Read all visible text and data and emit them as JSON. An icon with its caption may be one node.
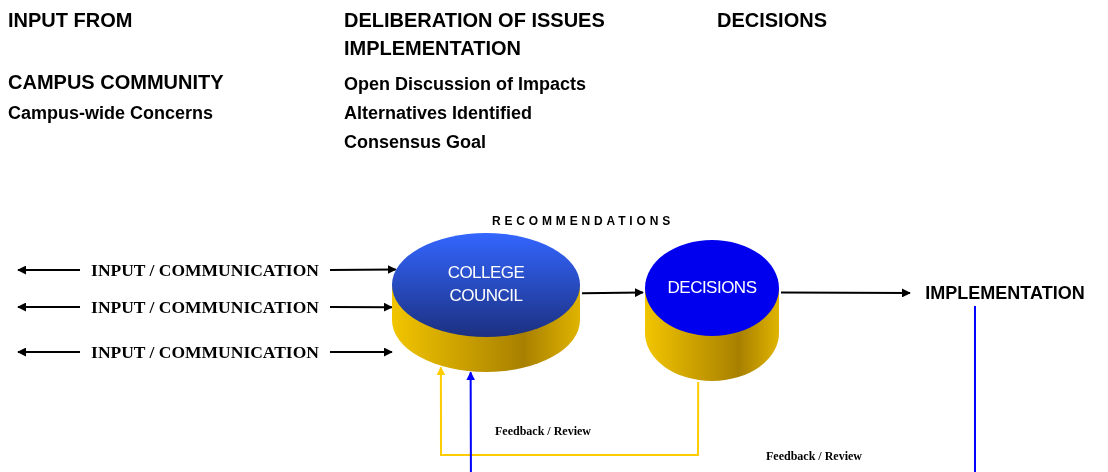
{
  "diagram": {
    "nodes": [
      {
        "text": [
          "INPUT / COMMUNICATION"
        ]
      },
      {
        "text": [
          "INPUT / COMMUNICATION"
        ]
      },
      {
        "text": [
          "INPUT / COMMUNICATION"
        ]
      },
      {
        "text": [
          "COLLEGE COUNCIL"
        ]
      },
      {
        "text": [
          "DECISIONS"
        ]
      },
      {
        "text": [
          "IMPLEMENTATION"
        ]
      }
    ],
    "edges": [
      {
        "from": 3,
        "to": 4,
        "arrow": "to"
      },
      {
        "from": 4,
        "to": 5,
        "arrow": "to"
      },
      {
        "from": 4,
        "to": 3,
        "arrow": "to",
        "color": "#ffcc00"
      },
      {
        "from": 5,
        "to": 3,
        "arrow": "to",
        "color": "#0000ff"
      },
      {
        "from": 0,
        "to": null,
        "arrow": "to"
      },
      {
        "from": 1,
        "to": null,
        "arrow": "to"
      },
      {
        "from": 2,
        "to": null,
        "arrow": "to"
      },
      {
        "from": 0,
        "to": 3,
        "arrow": "to"
      },
      {
        "from": 1,
        "to": 3,
        "arrow": "to"
      },
      {
        "from": 2,
        "to": 3,
        "arrow": "to"
      }
    ],
    "labels": [
      "INPUT FROM",
      "DELIBERATION OF ISSUES",
      "DECISIONS",
      "IMPLEMENTATION",
      "CAMPUS COMMUNITY",
      "Open Discussion of Impacts",
      "Campus-wide Concerns",
      "Alternatives Identified",
      "Consensus Goal",
      "RECOMMENDATIONS",
      "Feedback / Review",
      "Feedback / Review"
    ]
  }
}
